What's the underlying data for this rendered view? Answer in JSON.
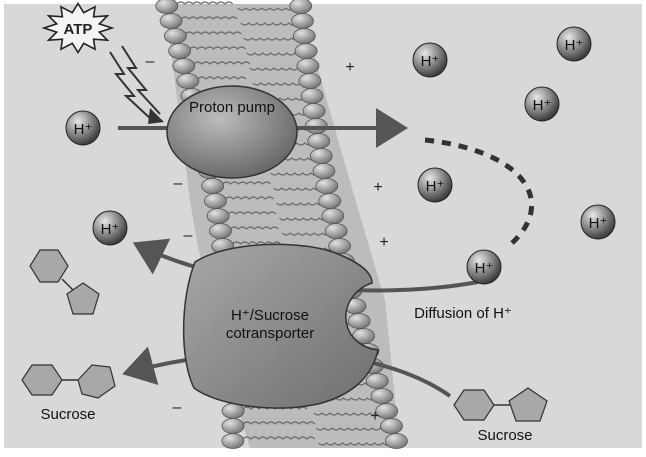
{
  "diagram": {
    "atp_label": "ATP",
    "proton_pump_label": "Proton pump",
    "cotransporter_label_line1": "H⁺/Sucrose",
    "cotransporter_label_line2": "cotransporter",
    "diffusion_label": "Diffusion of H⁺",
    "sucrose_label_left": "Sucrose",
    "sucrose_label_right": "Sucrose",
    "proton_label": "H⁺",
    "minus_sign": "–",
    "plus_sign": "+"
  },
  "colors": {
    "background": "#d4d4d4",
    "panel": "#dcdcdc",
    "protein": "#8a8a8a",
    "arrow": "#555555",
    "membrane_head": "#9a9a9a",
    "sucrose_shape": "#a8a8a8"
  }
}
